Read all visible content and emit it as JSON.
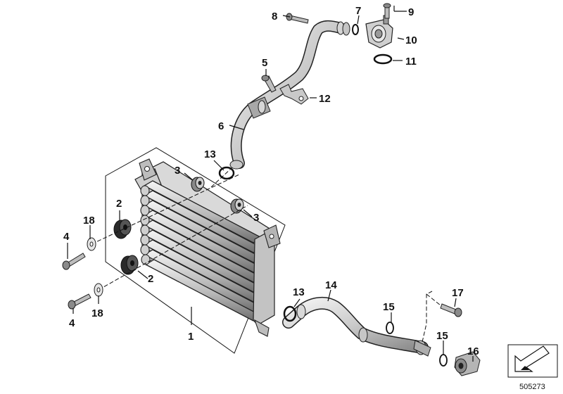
{
  "callouts": {
    "c1": "1",
    "c2a": "2",
    "c2b": "2",
    "c3a": "3",
    "c3b": "3",
    "c4a": "4",
    "c4b": "4",
    "c5": "5",
    "c6": "6",
    "c7": "7",
    "c8": "8",
    "c9": "9",
    "c10": "10",
    "c11": "11",
    "c12": "12",
    "c13a": "13",
    "c13b": "13",
    "c14": "14",
    "c15a": "15",
    "c15b": "15",
    "c16": "16",
    "c17": "17",
    "c18a": "18",
    "c18b": "18"
  },
  "document_number": "505273",
  "colors": {
    "line": "#111111",
    "metal_light": "#eeeeee",
    "metal_mid": "#c8c8c8",
    "metal_dark": "#7a7a7a",
    "rubber": "#2a2a2a"
  },
  "icons": {
    "nav": "arrow-down-left-icon"
  }
}
